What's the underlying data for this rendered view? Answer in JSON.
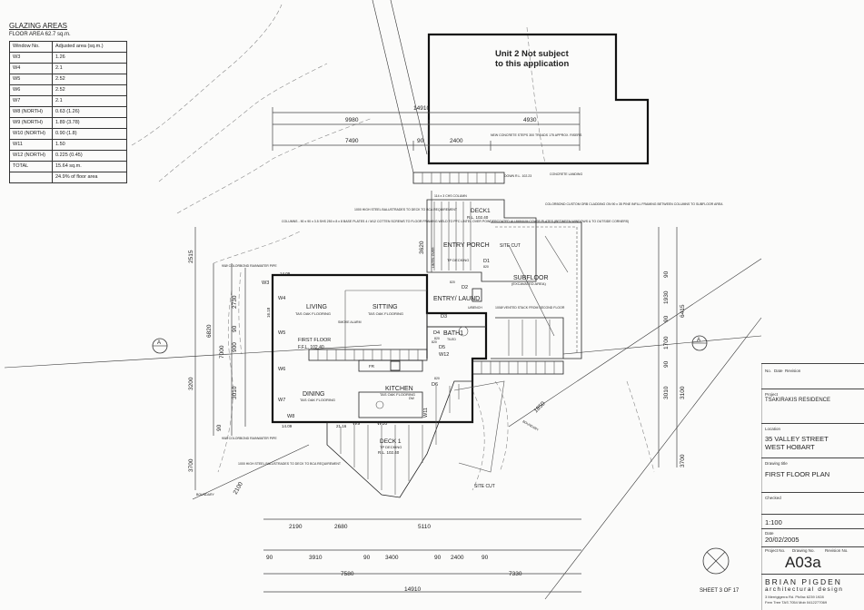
{
  "glazing": {
    "title": "GLAZING AREAS",
    "floor_area": "FLOOR AREA 62.7 sq.m.",
    "headers": [
      "Window No.",
      "Adjusted area (sq.m.)"
    ],
    "rows": [
      [
        "W3",
        "1.26"
      ],
      [
        "W4",
        "2.1"
      ],
      [
        "W5",
        "2.52"
      ],
      [
        "W6",
        "2.52"
      ],
      [
        "W7",
        "2.1"
      ],
      [
        "W8 (NORTH)",
        "0.63 (1.26)"
      ],
      [
        "W9 (NORTH)",
        "1.89 (3.78)"
      ],
      [
        "W10 (NORTH)",
        "0.90 (1.8)"
      ],
      [
        "W11",
        "1.50"
      ],
      [
        "W12 (NORTH)",
        "0.225 (0.45)"
      ],
      [
        "TOTAL",
        "15.64 sq.m."
      ],
      [
        "",
        "24.9% of floor area"
      ]
    ]
  },
  "unit2_note": "Unit 2 Not subject to this application",
  "dimensions": {
    "top_overall": "14910",
    "top_9980": "9980",
    "top_4930": "4930",
    "top_7490": "7490",
    "top_90": "90",
    "top_2400": "2400",
    "left_2515": "2515",
    "left_2730": "2730",
    "left_7000": "7000",
    "left_6820": "6820",
    "left_900": "900",
    "left_3010": "3010",
    "left_90a": "90",
    "left_90b": "90",
    "left_3200": "3200",
    "left_3700": "3700",
    "left_2100": "2100",
    "right_90a": "90",
    "right_1930": "1930",
    "right_6415": "6415",
    "right_90b": "90",
    "right_1700": "1700",
    "right_90c": "90",
    "right_3010": "3010",
    "right_3100": "3100",
    "right_3700": "3700",
    "right_1850": "1850",
    "mid_3620": "3620",
    "bot_2190": "2190",
    "bot_2680": "2680",
    "bot_5110": "5110",
    "bot_90a": "90",
    "bot_3910": "3910",
    "bot_90b": "90",
    "bot_3400": "3400",
    "bot_90c": "90",
    "bot_2400": "2400",
    "bot_90d": "90",
    "bot_7580": "7580",
    "bot_7330": "7330",
    "bot_14910": "14910"
  },
  "rooms": {
    "living": "LIVING",
    "living_sub": "TAS OAK FLOORING",
    "sitting": "SITTING",
    "sitting_sub": "TAS OAK FLOORING",
    "dining": "DINING",
    "dining_sub": "TAS OAK FLOORING",
    "kitchen": "KITCHEN",
    "kitchen_sub": "TAS OAK FLOORING",
    "entry_porch": "ENTRY PORCH",
    "entry_porch_sub": "TP DECKING",
    "entry_laund": "ENTRY/ LAUND",
    "bath": "BATH1",
    "subfloor": "SUBFLOOR",
    "subfloor_sub": "(EXCAVATED AREA)",
    "deck_top": "DECK1",
    "deck_top_rl": "R.L. 102.40",
    "deck_bottom": "DECK 1",
    "deck_bottom_sub": "TP DECKING",
    "deck_bottom_rl": "R.L. 102.40",
    "first_floor": "FIRST FLOOR",
    "ffl": "F.F.L. 102.40",
    "smoke_alarm": "SMOKE ALARM",
    "site_cut_1": "SITE CUT",
    "site_cut_2": "SITE CUT"
  },
  "windows": [
    "W3",
    "W4",
    "W5",
    "W6",
    "W7",
    "W8",
    "W9",
    "W10",
    "W11",
    "W12"
  ],
  "doors": [
    "D1",
    "D2",
    "D3",
    "D4",
    "D5",
    "D6"
  ],
  "door_sizes": [
    "820",
    "820",
    "820",
    "820",
    "820"
  ],
  "markers": {
    "a": "14.09",
    "b": "14.09",
    "c": "21.16",
    "d": "16.18",
    "fr": "FR"
  },
  "notes": {
    "steps": "NEW CONCRETE STEPS 300 TREADS 175 APPROX. RISERS",
    "down": "DOWN R.L. 102.23",
    "landing": "CONCRETE LANDING",
    "cladding": "COLORBOND CUSTOM ORB CLADDING ON 90 x 35 PINE INFILL FRAMING BETWEEN COLUMNS TO SUBFLOOR AREA",
    "chs": "114 x 3 CHS COLUMN",
    "balustrade_top": "1000 HIGH STEEL BALUSTRADES TO DECK TO BCA REQUIREMENT",
    "columns": "COLUMNS - 90 x 90 x 3.5 SHS 250 x 8 x 8 BASE PLATES 4 / M12 COTTEN SCREWS TO FLOOR FRAMING WELD TO PFC LINTEL OVER POWDERCOATED ALUMINIUM COVER PLATES (BETWEEN WINDOWS & TO OUTSIDE CORNERS)",
    "rainwater_top": "90Ø COLORBOND RAINWATER PIPE",
    "rainwater_bottom": "90Ø COLORBOND RAINWATER PIPE",
    "balustrade_bottom": "1000 HIGH STEEL BALUSTRADES TO DECK TO BCA REQUIREMENT",
    "vent": "100Ø VENTED STACK FROM SECOND FLOOR",
    "boundary_1": "BOUNDARY",
    "boundary_2": "BOUNDARY",
    "lintel": "LINTEL OVER",
    "u_bench": "U/BENCH",
    "tiled": "TILED",
    "dw": "DW"
  },
  "section_marker": "A",
  "title_block": {
    "no": "No.",
    "date": "Date",
    "revision": "Revision",
    "project_label": "Project",
    "project": "TSAKIRAKIS RESIDENCE",
    "location_label": "Location",
    "location_1": "35 VALLEY  STREET",
    "location_2": "WEST HOBART",
    "drawing_title_label": "Drawing title",
    "drawing_title": "FIRST FLOOR PLAN",
    "checked_label": "Checked",
    "scale": "1:100",
    "date_label": "Date",
    "date_value": "20/02/2005",
    "project_no_label": "Project No.",
    "drawing_no_label": "Drawing No.",
    "revision_no_label": "Revision No.",
    "drawing_no": "A03a",
    "sheet": "SHEET 3 OF 17",
    "firm": "BRIAN PIGDEN",
    "firm_sub": "architectural design",
    "firm_addr": "3 Merrigigerra Rd.  Ph/fax 6239 1928",
    "firm_addr2": "Fern Tree TAS 7054  Mob 0412277069"
  }
}
